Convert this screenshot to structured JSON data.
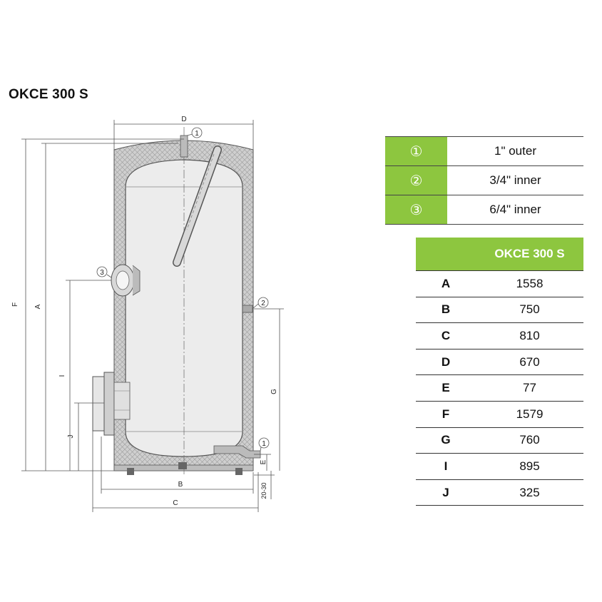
{
  "title": "OKCE 300 S",
  "connections": [
    {
      "marker": "①",
      "size": "1\" outer"
    },
    {
      "marker": "②",
      "size": "3/4\" inner"
    },
    {
      "marker": "③",
      "size": "6/4\" inner"
    }
  ],
  "dimensions_table": {
    "header": "OKCE 300 S",
    "rows": [
      {
        "key": "A",
        "value": "1558"
      },
      {
        "key": "B",
        "value": "750"
      },
      {
        "key": "C",
        "value": "810"
      },
      {
        "key": "D",
        "value": "670"
      },
      {
        "key": "E",
        "value": "77"
      },
      {
        "key": "F",
        "value": "1579"
      },
      {
        "key": "G",
        "value": "760"
      },
      {
        "key": "I",
        "value": "895"
      },
      {
        "key": "J",
        "value": "325"
      }
    ]
  },
  "diagram_labels": {
    "d": "D",
    "f": "F",
    "a": "A",
    "i": "I",
    "j": "J",
    "g": "G",
    "e": "E",
    "b": "B",
    "c": "C",
    "foot": "20-30",
    "m1": "1",
    "m2": "2",
    "m3": "3"
  },
  "colors": {
    "accent": "#8dc63f",
    "insulation": "#c9c9c9",
    "tank": "#ececec"
  }
}
